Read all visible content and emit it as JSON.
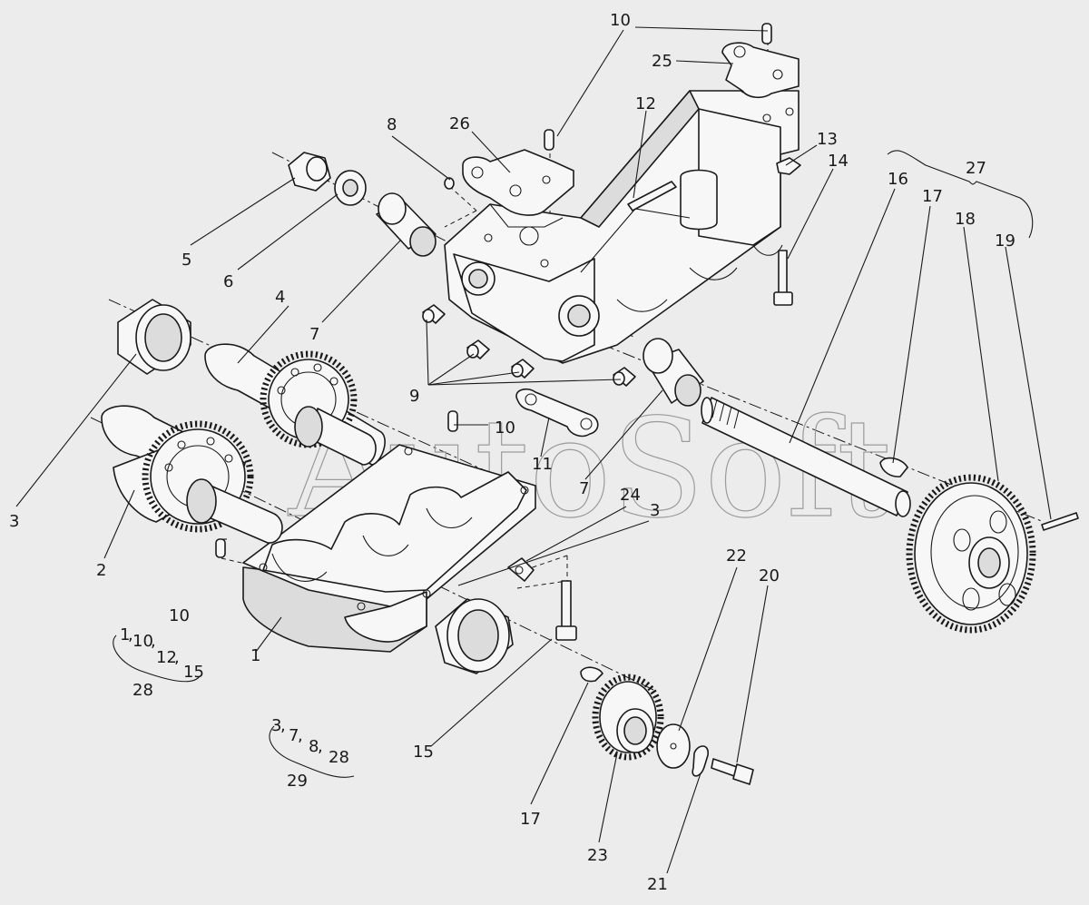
{
  "watermark": "AutoSoft",
  "callouts": {
    "c1": "1",
    "c2": "2",
    "c3a": "3",
    "c3b": "3",
    "c4": "4",
    "c5": "5",
    "c6": "6",
    "c7a": "7",
    "c7b": "7",
    "c8": "8",
    "c9": "9",
    "c10a": "10",
    "c10b": "10",
    "c10c": "10",
    "c11": "11",
    "c12": "12",
    "c13": "13",
    "c14": "14",
    "c15": "15",
    "c16": "16",
    "c17a": "17",
    "c17b": "17",
    "c18": "18",
    "c19": "19",
    "c20": "20",
    "c21": "21",
    "c22": "22",
    "c23": "23",
    "c24": "24",
    "c25": "25",
    "c26": "26",
    "c27": "27"
  },
  "kits": {
    "kit28": {
      "items": [
        "1",
        "10",
        "12",
        "15"
      ],
      "label": "28"
    },
    "kit29": {
      "items": [
        "3",
        "7",
        "8",
        "28"
      ],
      "label": "29"
    }
  }
}
